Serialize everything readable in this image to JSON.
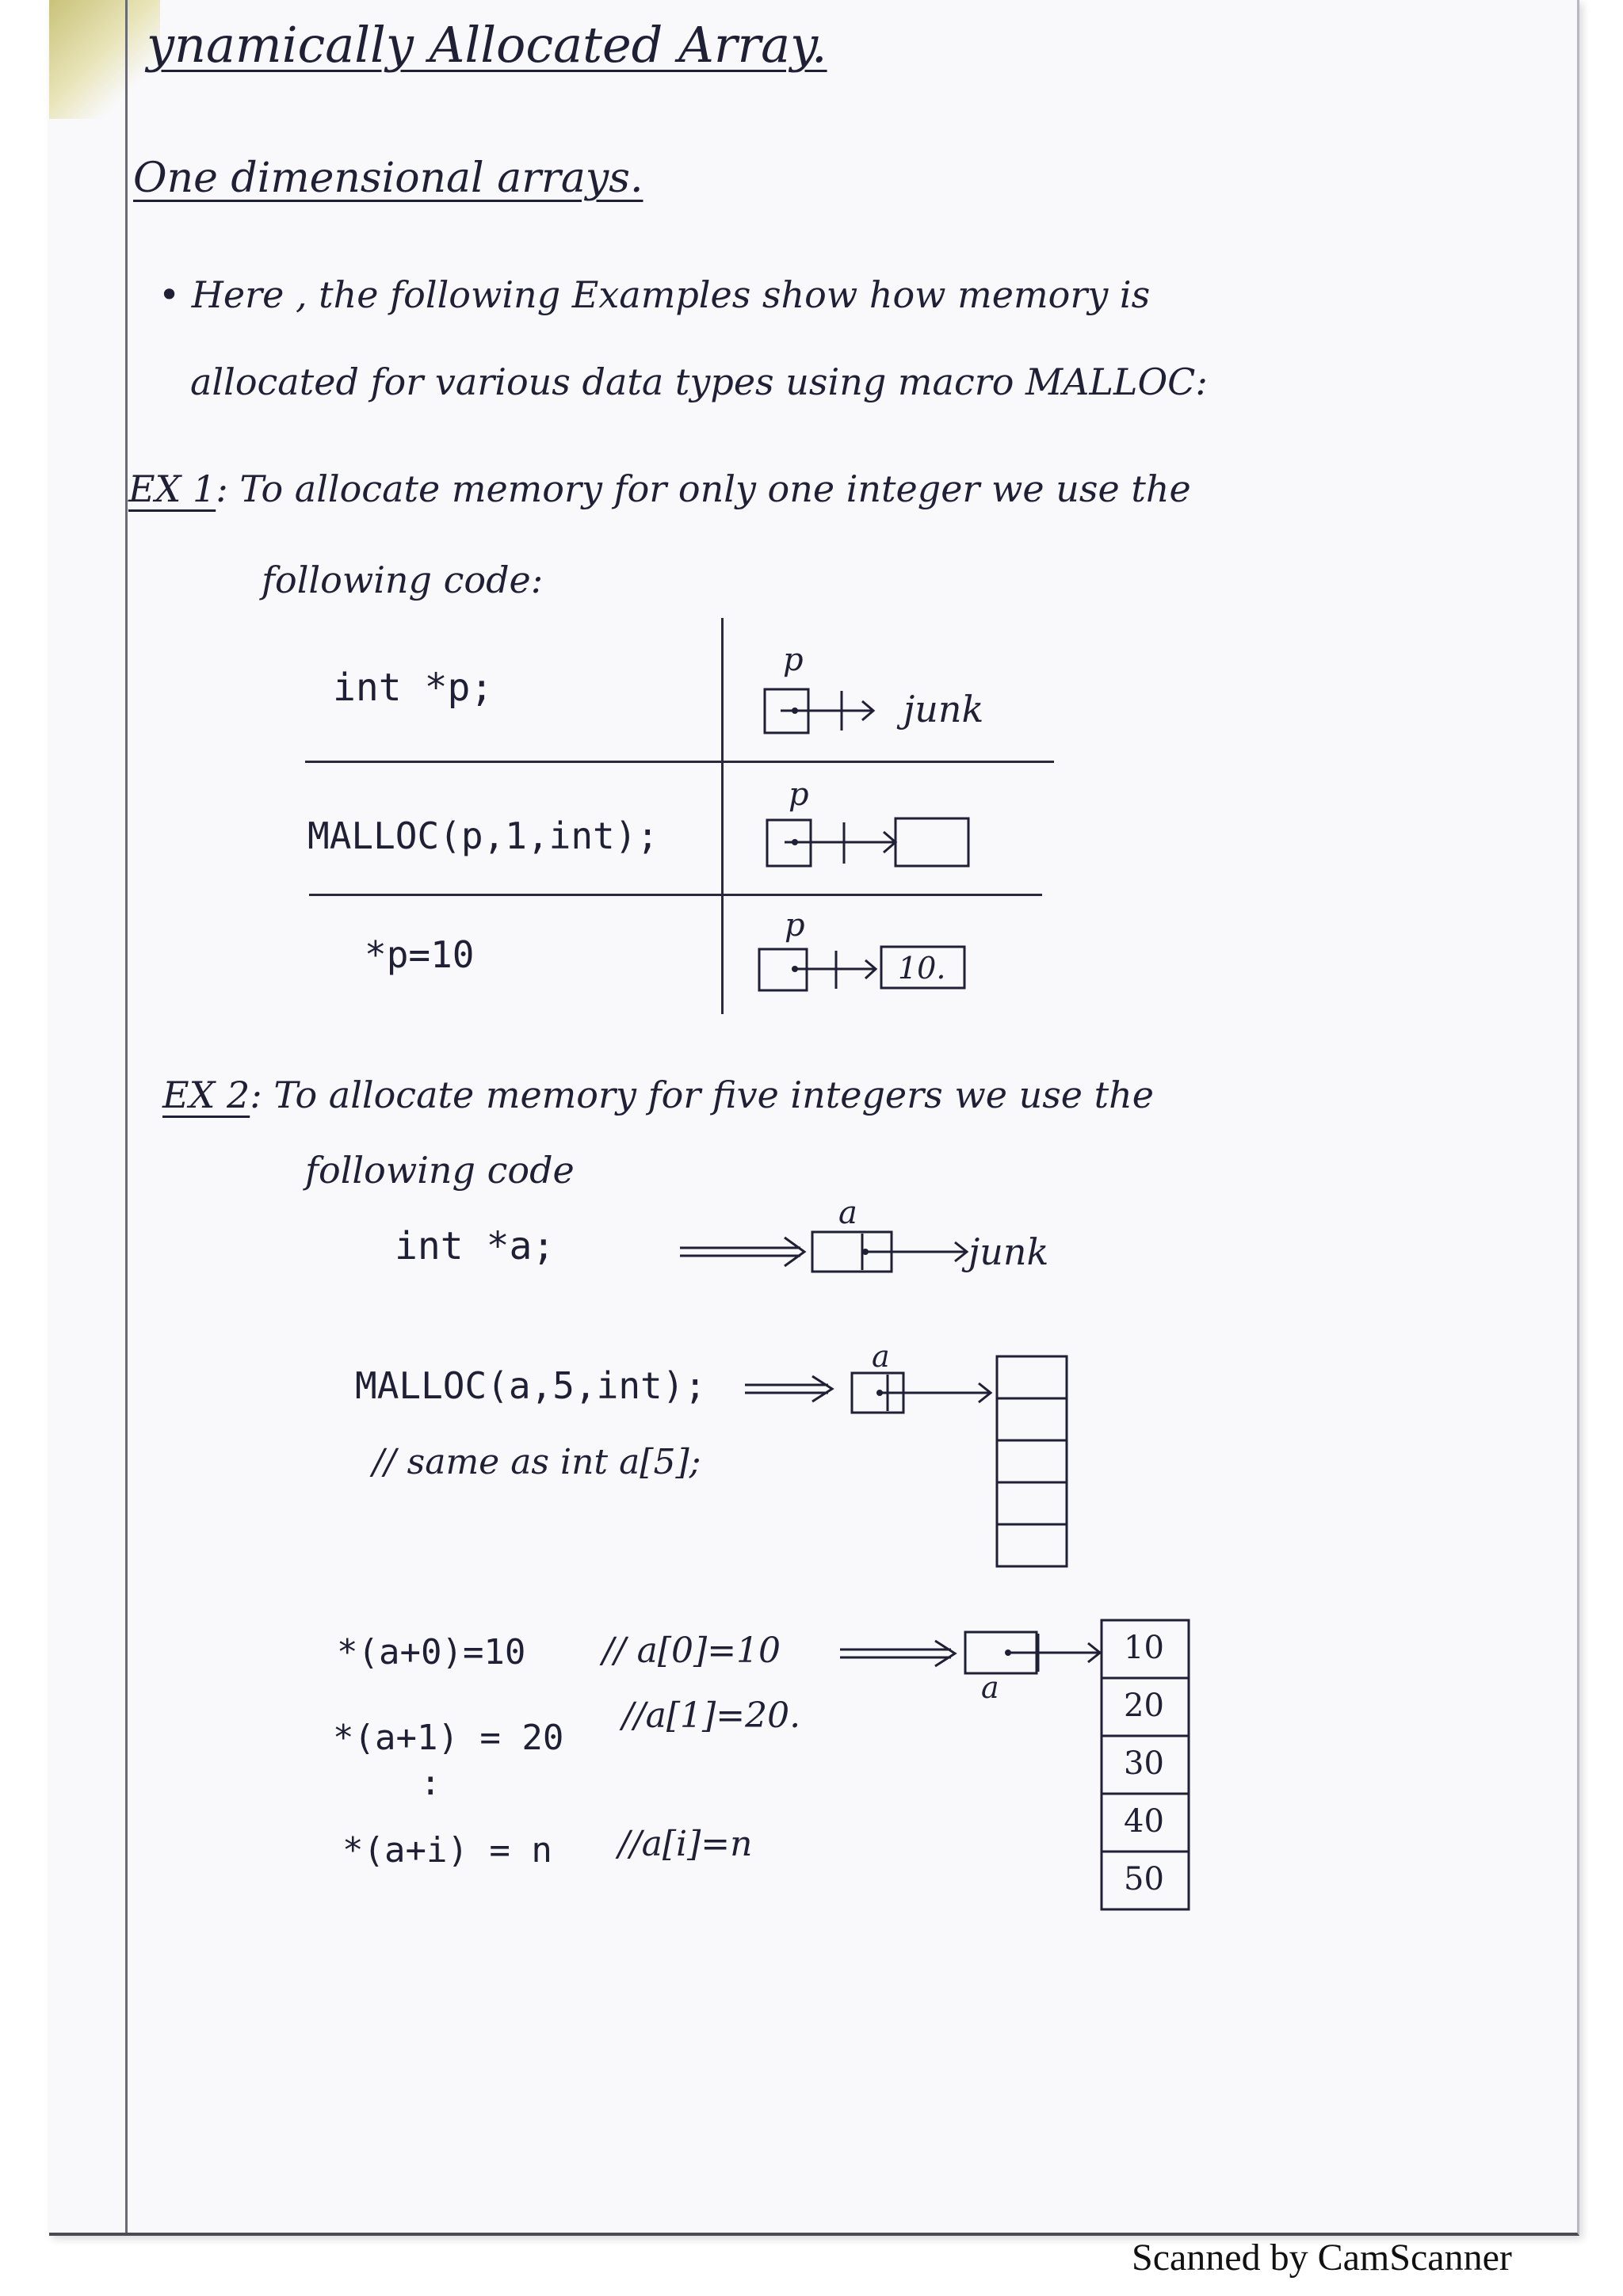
{
  "title": "ynamically Allocated Array.",
  "subtitle": "One dimensional arrays.",
  "intro": {
    "line1": "Here , the following Examples show how memory is",
    "line2": "allocated for various data types using macro MALLOC:"
  },
  "ex1": {
    "label": "EX 1",
    "line1": ": To allocate memory for only one integer we use the",
    "line2": "following code:",
    "rows": [
      {
        "code": "int *p;",
        "ptr_label": "p",
        "target": "junk"
      },
      {
        "code": "MALLOC(p,1,int);",
        "ptr_label": "p",
        "target": ""
      },
      {
        "code": "*p=10",
        "ptr_label": "p",
        "target": "10."
      }
    ]
  },
  "ex2": {
    "label": "EX 2",
    "line1": ": To allocate memory for five integers we use the",
    "line2": "following code",
    "decl_code": "int *a;",
    "decl_ptr_label": "a",
    "decl_target": "junk",
    "malloc_code": "MALLOC(a,5,int);",
    "malloc_comment": "// same as int a[5];",
    "malloc_ptr_label": "a",
    "assignments": [
      {
        "expr": "*(a+0)=10",
        "comment": "// a[0]=10"
      },
      {
        "expr": "*(a+1) = 20",
        "comment": "//a[1]=20."
      },
      {
        "expr": ":",
        "comment": ""
      },
      {
        "expr": "*(a+i) = n",
        "comment": "//a[i]=n"
      }
    ],
    "array_ptr_label": "a",
    "array_values": [
      "10",
      "20",
      "30",
      "40",
      "50"
    ]
  },
  "footer": "Scanned by CamScanner"
}
